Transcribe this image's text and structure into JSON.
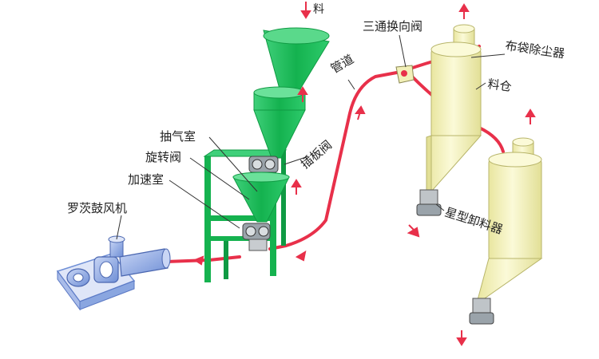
{
  "labels": {
    "material_top": "料",
    "three_way_valve": "三通换向阀",
    "pipeline": "管道",
    "bag_filter": "布袋除尘器",
    "silo": "料仓",
    "suction_chamber": "抽气室",
    "slide_gate_valve": "插板阀",
    "rotary_valve": "旋转阀",
    "accelerating_chamber": "加速室",
    "roots_blower": "罗茨鼓风机",
    "star_unloader": "星型卸料器"
  },
  "colors": {
    "equipment_green": "#19c25a",
    "silo_yellow": "#f2f0b8",
    "pipe_red": "#e8304a",
    "blower_blue": "#8aa6e0",
    "arrow_red": "#e8304a"
  }
}
